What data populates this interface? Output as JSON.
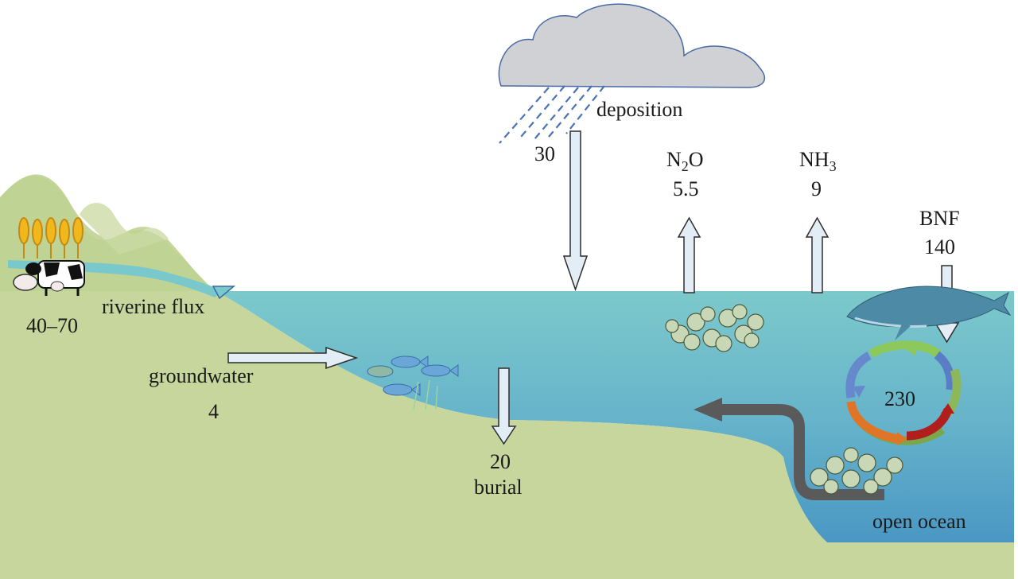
{
  "labels": {
    "deposition": "deposition",
    "deposition_value": "30",
    "n2o_base": "N",
    "n2o_sub": "2",
    "n2o_tail": "O",
    "n2o_value": "5.5",
    "nh3_base": "NH",
    "nh3_sub": "3",
    "nh3_value": "9",
    "bnf": "BNF",
    "bnf_value": "140",
    "riverine": "riverine flux",
    "riverine_value": "40–70",
    "groundwater": "groundwater",
    "groundwater_value": "4",
    "burial_value": "20",
    "burial": "burial",
    "cycle_value": "230",
    "open_ocean": "open ocean"
  },
  "colors": {
    "land": "#c6d69c",
    "hill": "#b4cf8c",
    "shallow_water": "#79c8cc",
    "deep_water": "#4fa1c6",
    "cloud": "#cfd1d4",
    "cloud_outline": "#4a6aa6",
    "rain": "#4a72b8",
    "arrow_fill": "#e3edf5",
    "current_arrow": "#5a5a5a"
  },
  "icons": [
    "cloud-icon",
    "wheat-icon",
    "cow-icon",
    "fish-icon",
    "plankton-icon",
    "whale-icon",
    "cycle-icon"
  ]
}
